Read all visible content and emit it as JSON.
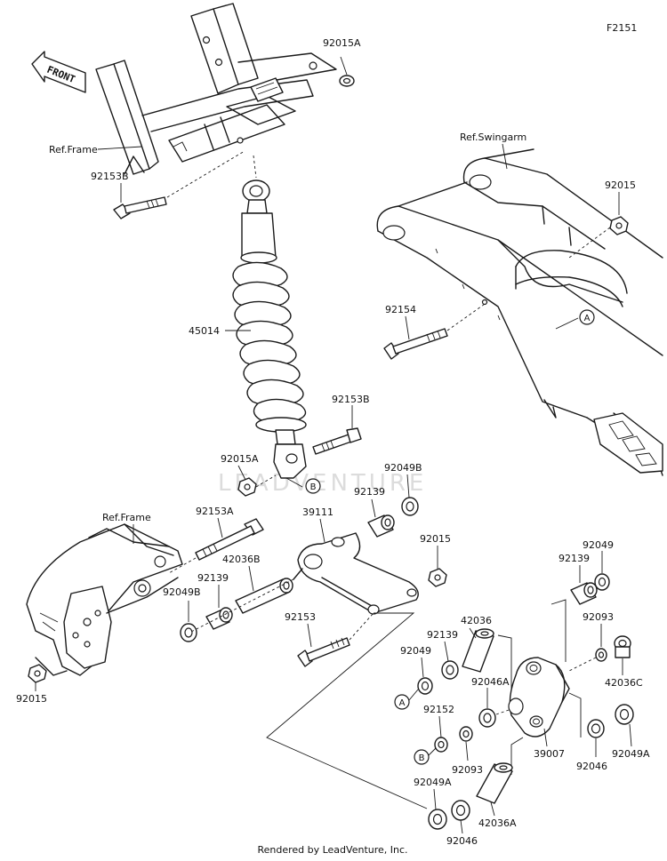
{
  "figure_code": "F2151",
  "front_label": "FRONT",
  "watermark": "LEADVENTURE",
  "footer": "Rendered by LeadVenture, Inc.",
  "ref_labels": {
    "frame_top": "Ref.Frame",
    "frame_bottom": "Ref.Frame",
    "swingarm": "Ref.Swingarm"
  },
  "callouts": {
    "a_swingarm": "A",
    "b_shock": "B",
    "a_linkage": "A",
    "b_linkage": "B"
  },
  "parts": [
    {
      "id": "p1",
      "label": "92015A"
    },
    {
      "id": "p2",
      "label": "92153B"
    },
    {
      "id": "p3",
      "label": "45014"
    },
    {
      "id": "p4",
      "label": "92153B"
    },
    {
      "id": "p5",
      "label": "92015A"
    },
    {
      "id": "p6",
      "label": "92015"
    },
    {
      "id": "p7",
      "label": "92154"
    },
    {
      "id": "p8",
      "label": "92153A"
    },
    {
      "id": "p9",
      "label": "39111"
    },
    {
      "id": "p10",
      "label": "92049B"
    },
    {
      "id": "p11",
      "label": "92139"
    },
    {
      "id": "p12",
      "label": "92015"
    },
    {
      "id": "p13",
      "label": "42036B"
    },
    {
      "id": "p14",
      "label": "92139"
    },
    {
      "id": "p15",
      "label": "92049B"
    },
    {
      "id": "p16",
      "label": "92153"
    },
    {
      "id": "p17",
      "label": "92015"
    },
    {
      "id": "p18",
      "label": "92049"
    },
    {
      "id": "p19",
      "label": "92139"
    },
    {
      "id": "p20",
      "label": "92093"
    },
    {
      "id": "p21",
      "label": "42036C"
    },
    {
      "id": "p22",
      "label": "42036"
    },
    {
      "id": "p23",
      "label": "92139"
    },
    {
      "id": "p24",
      "label": "92049"
    },
    {
      "id": "p25",
      "label": "92046A"
    },
    {
      "id": "p26",
      "label": "92152"
    },
    {
      "id": "p27",
      "label": "39007"
    },
    {
      "id": "p28",
      "label": "92093"
    },
    {
      "id": "p29",
      "label": "92046"
    },
    {
      "id": "p30",
      "label": "92049A"
    },
    {
      "id": "p31",
      "label": "92049A"
    },
    {
      "id": "p32",
      "label": "42036A"
    },
    {
      "id": "p33",
      "label": "92046"
    }
  ]
}
